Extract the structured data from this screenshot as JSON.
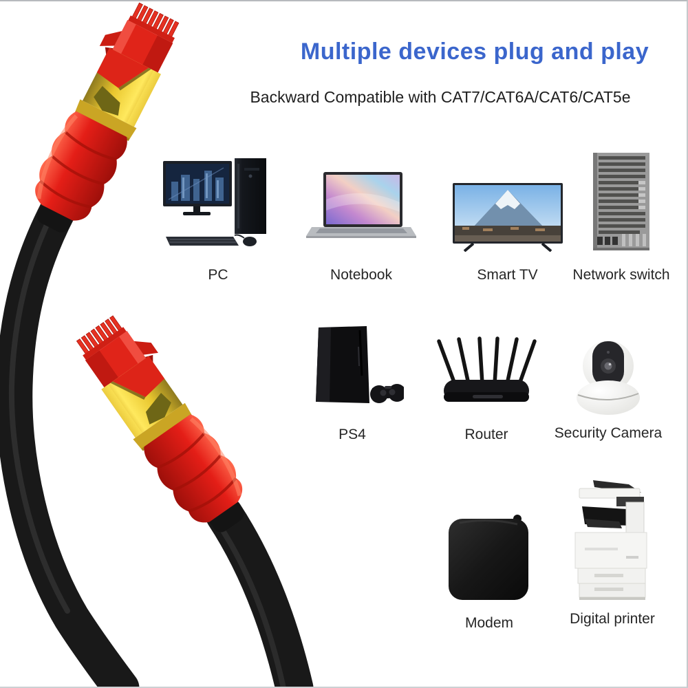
{
  "header": {
    "title": "Multiple devices plug and play",
    "title_color": "#3b66cc",
    "subtitle": "Backward Compatible with CAT7/CAT6A/CAT6/CAT5e",
    "subtitle_color": "#1e1e1e"
  },
  "devices": [
    {
      "label": "PC",
      "icon": "pc-icon"
    },
    {
      "label": "Notebook",
      "icon": "notebook-icon"
    },
    {
      "label": "Smart TV",
      "icon": "smart-tv-icon"
    },
    {
      "label": "Network switch",
      "icon": "network-switch-icon"
    },
    {
      "label": "PS4",
      "icon": "ps4-icon"
    },
    {
      "label": "Router",
      "icon": "router-icon"
    },
    {
      "label": "Security Camera",
      "icon": "security-camera-icon"
    },
    {
      "label": "Modem",
      "icon": "modem-icon"
    },
    {
      "label": "Digital printer",
      "icon": "digital-printer-icon"
    }
  ],
  "illustration": {
    "icon": "rj45-ethernet-cable-icon",
    "connector_red": "#e2231a",
    "contact_gold": "#f2d23a",
    "cable_black": "#181818"
  }
}
